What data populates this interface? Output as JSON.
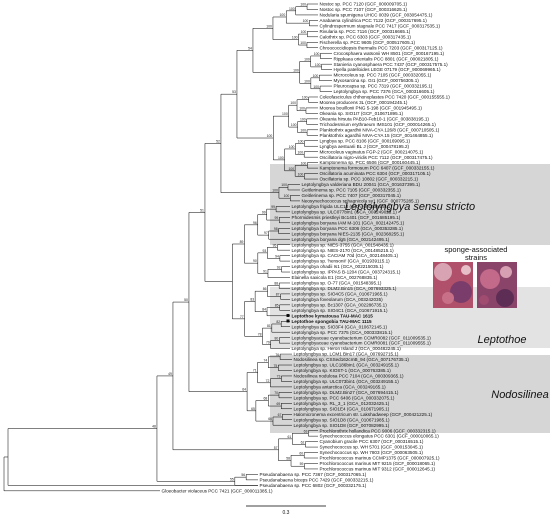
{
  "tree": {
    "leaves": [
      {
        "text": "Nostoc sp. PCC 7120 (GCF_000009705.1)"
      },
      {
        "text": "Nostoc sp. PCC 7107 (GCF_000316625.1)"
      },
      {
        "text": "Nodularia spumigena UHCC 0039 (GCF_003054475.1)"
      },
      {
        "text": "Anabaena cylindrica PCC 7122 (GCF_000317695.1)"
      },
      {
        "text": "Cylindrospermum stagnale PCC 7417 (GCF_000317535.1)"
      },
      {
        "text": "Rivularia sp. PCC 7116 (GCF_000316665.1)"
      },
      {
        "text": "Calothrix sp. PCC 6303 (GCF_000317435.1)"
      },
      {
        "text": "Fischerella sp. PCC 9605 (GCF_000517605.1)"
      },
      {
        "text": "Chroococcidiopsis thermalis PCC 7203 (GCF_000317125.1)"
      },
      {
        "text": "Crocosphaera watsonii WH 8501 (GCF_000167195.1)"
      },
      {
        "text": "Rippkaea orientalis PCC 8801 (GCF_000021805.1)"
      },
      {
        "text": "Stanieria cyanosphaera PCC 7437 (GCF_000317575.1)"
      },
      {
        "text": "Hyella patelloides LEGE 07179 (GCF_900069965.1)"
      },
      {
        "text": "Microcoleus sp. PCC 7105 (GCF_000332055.1)"
      },
      {
        "text": "Myxosarcina sp. GI1 (GCF_000756305.1)"
      },
      {
        "text": "Pleurocapsa sp. PCC 7319 (GCF_000332195.1)"
      },
      {
        "text": "Leptolyngbya sp. PCC 7376 (GCA_000316605.1)"
      },
      {
        "text": "Coleofasciculus chthonoplastes PCC 7420 (GCF_000155555.1)"
      },
      {
        "text": "Moorea producens 3L (GCF_000194245.1)"
      },
      {
        "text": "Moorea bouillonii PNG 5-198 (GCF_001945495.1)"
      },
      {
        "text": "Okeania sp. SIO1I7 (GCF_010671895.1)"
      },
      {
        "text": "Okeania hirsuta PAB10-Feb10-1 (GCF_003838195.1)"
      },
      {
        "text": "Trichodesmium erythraeum IMS101 (GCF_000014265.1)"
      },
      {
        "text": "Planktothrix agardhii NIVA-CYA 126/8 (GCF_000710505.1)"
      },
      {
        "text": "Planktothrix agardhii NIVA-CYA 15 (GCF_001464855.1)"
      },
      {
        "text": "Lyngbya sp. PCC 8106 (GCF_000169095.1)"
      },
      {
        "text": "Lyngbya aestuarii BL J (GCF_000478195.2)"
      },
      {
        "text": "Microcoleus vaginatus FGP-2 (GCF_000214075.1)"
      },
      {
        "text": "Oscillatoria nigro-viridis PCC 7112 (GCF_000317475.1)"
      },
      {
        "text": "Kamptonema sp. PCC 6506 (GCF_000160445.1)"
      },
      {
        "text": "Kamptonema formosum PCC 6407 (GCF_000332155.1)"
      },
      {
        "text": "Oscillatoria acuminata PCC 6304 (GCF_000317105.1)"
      },
      {
        "text": "Oscillatoria sp. PCC 10802 (GCF_000332215.1)"
      },
      {
        "text": "Leptolyngbya valderiana BDU 20041 (GCA_001637395.1)"
      },
      {
        "text": "Geitlerinema sp. PCC 7105 (GCF_000332355.1)"
      },
      {
        "text": "Geitlerinema sp. PCC 7407 (GCF_000317045.1)"
      },
      {
        "text": "Neosynechococcus sphagnicola sy1 (GCF_000775285.1)"
      },
      {
        "text": "Leptolyngbya frigida ULC18 (GCA_001939145.1)"
      },
      {
        "text": "Leptolyngbya sp. ULC077bin1 (GCA_003249025.1)"
      },
      {
        "text": "Phormidesmis priestleyi Bc1401 (GCF_001685195.1)"
      },
      {
        "text": "Leptolyngbya boryana IAM M-101 (GCA_002142475.1)"
      },
      {
        "text": "Leptolyngbya boryana PCC 6306 (GCA_000353285.1)"
      },
      {
        "text": "Leptolyngbya boryana NIES-2135 (GCA_002368255.1)"
      },
      {
        "text": "Leptolyngbya boryana dg5 (GCA_002142495.1)"
      },
      {
        "text": "Leptolyngbya sp. NIES-3755 (GCA_001548435.1)"
      },
      {
        "text": "Leptolyngbya sp. NIES-2170 (GCA_001485215.1)"
      },
      {
        "text": "Leptolyngbya sp. CACIAM 70d (GCA_002148405.1)"
      },
      {
        "text": "Leptolyngbya sp. 'hensonii' (GCA_001939115.1)"
      },
      {
        "text": "Leptolyngbya ohadii Is1 (GCA_002215035.1)"
      },
      {
        "text": "Leptolyngbya sp. IPPAS B-1204 (GCA_003724315.1)"
      },
      {
        "text": "Elainella saxicola E1 (GCA_002768835.1)"
      },
      {
        "text": "Leptolyngbya sp. O-77 (GCA_001548395.1)"
      },
      {
        "text": "Leptolyngbya sp. DLM2.Bin15 (GCA_007693325.1)"
      },
      {
        "text": "Leptolyngbya sp. SIO4C5 (GCA_010671965.1)"
      },
      {
        "text": "Leptolyngbya foveolarum (GCA_003242035)"
      },
      {
        "text": "Leptolyngbya sp. Bc1307 (GCA_002286735.1)"
      },
      {
        "text": "Leptolyngbya sp. SIO4C1 (GCA_010671915.1)"
      },
      {
        "text": "Leptothoe kymatousa TAU-MAC 1615",
        "bold": true
      },
      {
        "text": "Leptothoe spongobia TAU-MAC 1115",
        "bold": true
      },
      {
        "text": "Leptolyngbya sp. SIO3F4 (GCA_010672145.1)"
      },
      {
        "text": "Leptolyngbya sp. PCC 7375 (GCA_000333815.1)"
      },
      {
        "text": "Leptolyngbyaceae cyanobacterium CCMR0082 (GCF_011009535.1)"
      },
      {
        "text": "Leptolyngbyaceae cyanobacterium CCMR0081 (GCF_011009555.1)"
      },
      {
        "text": "Leptolyngbya sp. Heron Island J (GCA_000482245.1)"
      },
      {
        "text": "Leptolyngbya sp. LCM1 Bin17 (GCA_007692715.1)"
      },
      {
        "text": "Nodosilinea sp. CSSed162cmB_94 (GCA_007176735.1)"
      },
      {
        "text": "Leptolyngbya sp. ULC186bin1 (GCA_003249155.1)"
      },
      {
        "text": "Leptolyngbya sp. KIOST-1 (GCA_000763385.1)"
      },
      {
        "text": "Nodosilinea nodulosa PCC 7104 (GCA_000309365.1)"
      },
      {
        "text": "Leptolyngbya sp. ULC073bin1 (GCA_003249155.1)"
      },
      {
        "text": "Leptolyngbya antarctica (GCA_003249165.1)"
      },
      {
        "text": "Leptolyngbya sp. DLM2.Bin27 (GCA_007694415.1)"
      },
      {
        "text": "Leptolyngbya sp. PCC 6406 (GCA_000332075.1)"
      },
      {
        "text": "Leptolyngbya sp. RL_3_1 (GCA_012032425.1)"
      },
      {
        "text": "Leptolyngbya sp. SIO1E4 (GCA_010671905.1)"
      },
      {
        "text": "Halomicronema excentricum str. Lakshadweep (GCF_000421225.1)"
      },
      {
        "text": "Leptolyngbya sp. SIO1D8 (GCA_010671985.1)"
      },
      {
        "text": "Leptolyngbya sp. SIO1D8 (GCF_007082995.1)"
      },
      {
        "text": "Prochlorothrix hollandica PCC 9006 (GCF_000332315.1)"
      },
      {
        "text": "Synechococcus elongatus PCC 6301 (GCF_000010065.1)"
      },
      {
        "text": "Cyanobium gracile PCC 6307 (GCF_000316515.1)"
      },
      {
        "text": "Synechococcus sp. WH 5701 (GCF_000153045.1)"
      },
      {
        "text": "Synechococcus sp. WH 7803 (GCF_000063505.1)"
      },
      {
        "text": "Prochlorococcus marinus CCMP1375 (GCF_000007925.1)"
      },
      {
        "text": "Prochlorococcus marinus MIT 9215 (GCF_000018065.1)"
      },
      {
        "text": "Prochlorococcus marinus MIT 9312 (GCF_000012645.1)"
      },
      {
        "text": "Pseudanabaena sp. PCC 7367 (GCF_000317065.1)"
      },
      {
        "text": "Pseudanabaena biceps PCC 7429 (GCF_000332215.1)"
      },
      {
        "text": "Pseudanabaena sp. PCC 6802 (GCF_000332175.1)"
      },
      {
        "text": "Gloeobacter violaceus PCC 7421 (GCF_000011385.1)"
      }
    ],
    "bootstrap": [
      "100",
      "100",
      "100",
      "100",
      "100",
      "100",
      "100",
      "100",
      "100",
      "100",
      "100",
      "100",
      "100",
      "100",
      "100",
      "100",
      "100",
      "100",
      "100",
      "100",
      "100",
      "100",
      "100",
      "100",
      "100",
      "100",
      "100",
      "100",
      "100",
      "100",
      "100",
      "100",
      "100",
      "99",
      "99",
      "99",
      "98",
      "97",
      "96",
      "95",
      "94",
      "93",
      "92",
      "91",
      "90",
      "89",
      "88",
      "87",
      "86",
      "85",
      "84",
      "83",
      "82",
      "81",
      "80",
      "79",
      "78",
      "77",
      "76",
      "75",
      "74",
      "73",
      "72",
      "71",
      "70",
      "69",
      "68",
      "67",
      "66",
      "65",
      "64",
      "63",
      "62",
      "61",
      "60",
      "59",
      "58",
      "57",
      "56",
      "55",
      "54",
      "53",
      "52",
      "51",
      "50",
      "49",
      "48",
      "47",
      "46",
      "45"
    ]
  },
  "clades": {
    "leptolyngbya": "Leptolyngbya sensu stricto",
    "leptothoe": "Leptothoe",
    "nodosilinea": "Nodosilinea"
  },
  "strains_label": "sponge-associated strains",
  "scale_label": "0.3",
  "colors": {
    "clade_box": "#cfcfcf",
    "branch": "#000000",
    "highlight_square": "#111111",
    "sponge_pink": "#b0506a",
    "sponge_purple": "#7a3d6b",
    "sponge_light": "#d8a4b4"
  }
}
